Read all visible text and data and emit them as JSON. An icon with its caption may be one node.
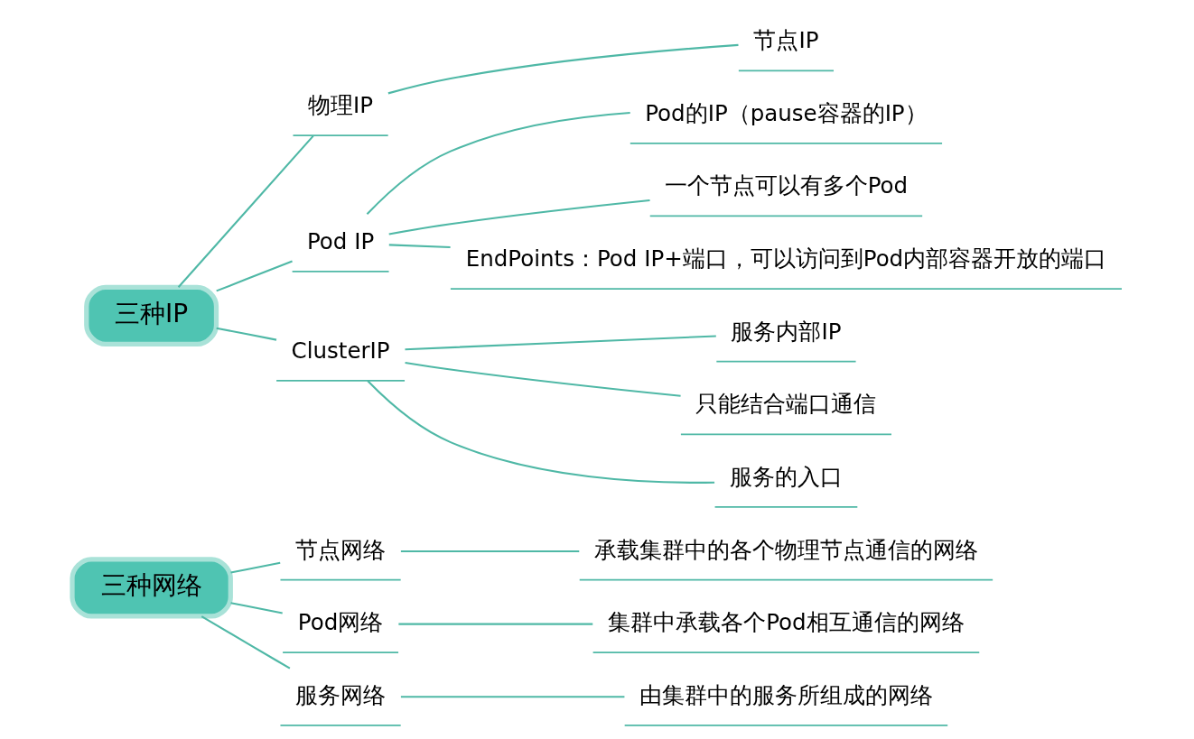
{
  "diagram": {
    "nodes": [
      {
        "text": [
          "三种IP"
        ]
      },
      {
        "text": [
          "物理IP"
        ]
      },
      {
        "text": [
          "节点IP"
        ]
      },
      {
        "text": [
          "Pod IP"
        ]
      },
      {
        "text": [
          "Pod的IP（pause容器的IP）"
        ]
      },
      {
        "text": [
          "一个节点可以有多个Pod"
        ]
      },
      {
        "text": [
          "EndPoints：Pod IP+端口，可以访问到Pod内部容器开放的端口"
        ]
      },
      {
        "text": [
          "ClusterIP"
        ]
      },
      {
        "text": [
          "服务内部IP"
        ]
      },
      {
        "text": [
          "只能结合端口通信"
        ]
      },
      {
        "text": [
          "服务的入口"
        ]
      },
      {
        "text": [
          "三种网络"
        ]
      },
      {
        "text": [
          "节点网络"
        ]
      },
      {
        "text": [
          "承载集群中的各个物理节点通信的网络"
        ]
      },
      {
        "text": [
          "Pod网络"
        ]
      },
      {
        "text": [
          "集群中承载各个Pod相互通信的网络"
        ]
      },
      {
        "text": [
          "服务网络"
        ]
      },
      {
        "text": [
          "由集群中的服务所组成的网络"
        ]
      }
    ],
    "edges": [
      {
        "from": 0,
        "to": 1,
        "arrow": "none"
      },
      {
        "from": 1,
        "to": 2,
        "arrow": "none"
      },
      {
        "from": 0,
        "to": 3,
        "arrow": "none"
      },
      {
        "from": 3,
        "to": 4,
        "arrow": "none"
      },
      {
        "from": 3,
        "to": 5,
        "arrow": "none"
      },
      {
        "from": 3,
        "to": 6,
        "arrow": "none"
      },
      {
        "from": 0,
        "to": 7,
        "arrow": "none"
      },
      {
        "from": 7,
        "to": 8,
        "arrow": "none"
      },
      {
        "from": 7,
        "to": 9,
        "arrow": "none"
      },
      {
        "from": 7,
        "to": 10,
        "arrow": "none"
      },
      {
        "from": 11,
        "to": 12,
        "arrow": "none"
      },
      {
        "from": 12,
        "to": 13,
        "arrow": "none"
      },
      {
        "from": 11,
        "to": 14,
        "arrow": "none"
      },
      {
        "from": 14,
        "to": 15,
        "arrow": "none"
      },
      {
        "from": 11,
        "to": 16,
        "arrow": "none"
      },
      {
        "from": 16,
        "to": 17,
        "arrow": "none"
      }
    ]
  }
}
